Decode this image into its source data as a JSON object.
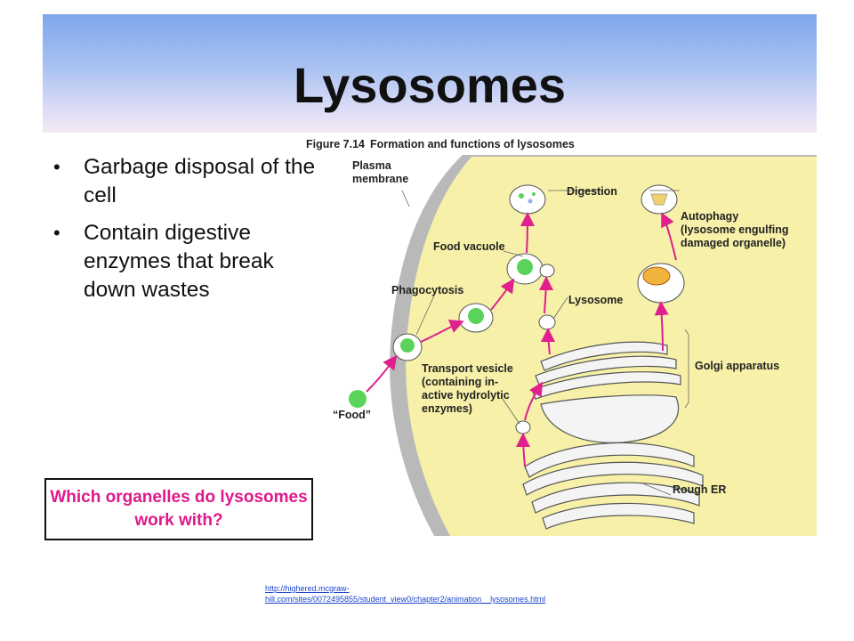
{
  "slide": {
    "title": "Lysosomes",
    "bullets": [
      "Garbage disposal of the cell",
      "Contain digestive enzymes that break down wastes"
    ],
    "question": "Which organelles do lysosomes work with?",
    "credit_line1": "http://highered.mcgraw-",
    "credit_line2": "hill.com/sites/0072495855/student_view0/chapter2/animation__lysosomes.html"
  },
  "figure": {
    "caption_number": "Figure 7.14",
    "caption_text": "Formation and functions of lysosomes",
    "labels": {
      "plasma_1": "Plasma",
      "plasma_2": "membrane",
      "digestion": "Digestion",
      "autophagy_1": "Autophagy",
      "autophagy_2": "(lysosome engulfing",
      "autophagy_3": "damaged organelle)",
      "food_vacuole": "Food vacuole",
      "phagocytosis": "Phagocytosis",
      "lysosome": "Lysosome",
      "golgi": "Golgi apparatus",
      "transport_1": "Transport vesicle",
      "transport_2": "(containing in-",
      "transport_3": "active hydrolytic",
      "transport_4": "enzymes)",
      "food": "“Food”",
      "rough_er": "Rough ER"
    },
    "colors": {
      "cytoplasm": "#f6f0a8",
      "membrane": "#b8b8b8",
      "arrow": "#e0208f",
      "food": "#59d35a",
      "organelle": "#f0b43c"
    }
  }
}
